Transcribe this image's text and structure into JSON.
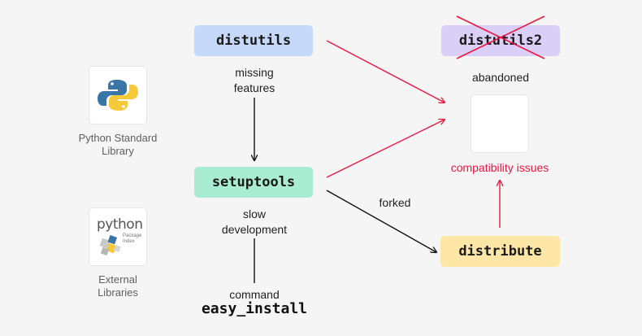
{
  "nodes": {
    "distutils": "distutils",
    "distutils2": "distutils2",
    "setuptools": "setuptools",
    "distribute": "distribute",
    "easy_install": "easy_install"
  },
  "labels": {
    "missing_features": "missing\nfeatures",
    "abandoned": "abandoned",
    "slow_development": "slow\ndevelopment",
    "forked": "forked",
    "command": "command",
    "compatibility_issues": "compatibility issues"
  },
  "sidebar": {
    "python_std_label": "Python Standard\nLibrary",
    "external_label": "External\nLibraries",
    "pypi_logo_text": "python",
    "pypi_logo_sub": "Package\nIndex"
  },
  "colors": {
    "distutils_bg": "#c6d9fb",
    "distutils2_bg": "#d9cff7",
    "setuptools_bg": "#a8ecd3",
    "distribute_bg": "#fde6a6",
    "red": "#e8173f",
    "python_blue": "#3a75a8",
    "python_yellow": "#f5c93a"
  },
  "icons": [
    "python-logo-icon",
    "pypi-logo-icon",
    "cross-out-icon"
  ]
}
